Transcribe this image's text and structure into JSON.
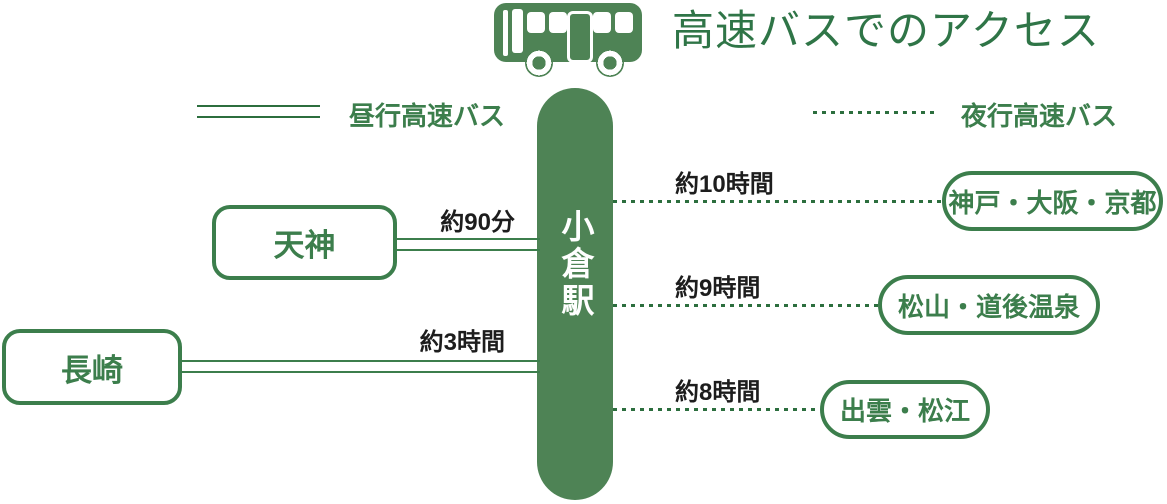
{
  "title": "高速バスでのアクセス",
  "station": {
    "name": "小倉駅"
  },
  "legend": {
    "day_label": "昼行高速バス",
    "night_label": "夜行高速バス"
  },
  "day_routes": [
    {
      "place": "天神",
      "duration": "約90分"
    },
    {
      "place": "長崎",
      "duration": "約3時間"
    }
  ],
  "night_routes": [
    {
      "place": "神戸・大阪・京都",
      "duration": "約10時間"
    },
    {
      "place": "松山・道後温泉",
      "duration": "約9時間"
    },
    {
      "place": "出雲・松江",
      "duration": "約8時間"
    }
  ],
  "icons": [
    "bus-icon"
  ],
  "colors": {
    "green_fill": "#4e8355",
    "green_border": "#3c7e4c",
    "green_dark_line": "#2c6e3e",
    "title_green": "#2f7547",
    "duration_text": "#1d1d1d",
    "station_text": "#ffffff",
    "background": "#ffffff"
  }
}
